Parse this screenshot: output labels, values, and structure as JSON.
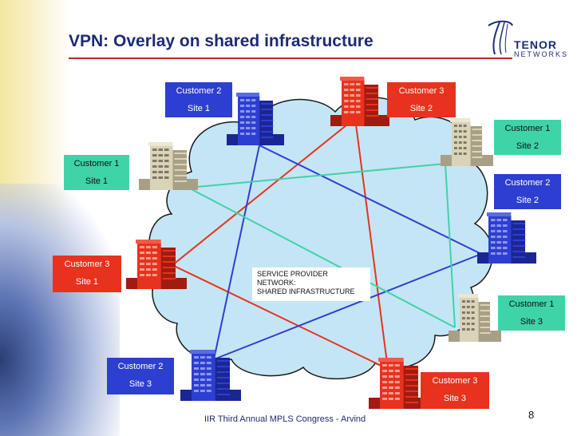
{
  "title": "VPN: Overlay on shared infrastructure",
  "logo": {
    "name": "TENOR",
    "sub": "NETWORKS"
  },
  "colors": {
    "blue": "#2d3fd0",
    "red": "#e8321e",
    "green": "#3fd3a8",
    "cloud_fill": "#c4e5f5",
    "cloud_stroke": "#1a1a1a",
    "beige_building": "#d9d3b8",
    "title_color": "#1d2b74",
    "rule_color": "#c02424"
  },
  "sites": [
    {
      "id": "c2s1",
      "customer": "Customer 2",
      "site": "Site 1",
      "color": "blue"
    },
    {
      "id": "c3s2",
      "customer": "Customer 3",
      "site": "Site 2",
      "color": "red"
    },
    {
      "id": "c1s2",
      "customer": "Customer 1",
      "site": "Site 2",
      "color": "green"
    },
    {
      "id": "c1s1",
      "customer": "Customer 1",
      "site": "Site 1",
      "color": "green"
    },
    {
      "id": "c2s2",
      "customer": "Customer 2",
      "site": "Site 2",
      "color": "blue"
    },
    {
      "id": "c3s1",
      "customer": "Customer 3",
      "site": "Site 1",
      "color": "red"
    },
    {
      "id": "c1s3",
      "customer": "Customer 1",
      "site": "Site 3",
      "color": "green"
    },
    {
      "id": "c2s3",
      "customer": "Customer 2",
      "site": "Site 3",
      "color": "blue"
    },
    {
      "id": "c3s3",
      "customer": "Customer 3",
      "site": "Site 3",
      "color": "red"
    }
  ],
  "links": [
    {
      "from": "c3s2",
      "to": "c3s1",
      "color": "red"
    },
    {
      "from": "c3s2",
      "to": "c3s3",
      "color": "red"
    },
    {
      "from": "c3s1",
      "to": "c3s3",
      "color": "red"
    },
    {
      "from": "c2s1",
      "to": "c2s2",
      "color": "blue"
    },
    {
      "from": "c2s1",
      "to": "c2s3",
      "color": "blue"
    },
    {
      "from": "c2s2",
      "to": "c2s3",
      "color": "blue"
    },
    {
      "from": "c1s1",
      "to": "c1s2",
      "color": "green"
    },
    {
      "from": "c1s1",
      "to": "c1s3",
      "color": "green"
    },
    {
      "from": "c1s2",
      "to": "c1s3",
      "color": "green"
    }
  ],
  "service_provider": {
    "line1": "SERVICE PROVIDER",
    "line2": "NETWORK:",
    "line3": "SHARED INFRASTRUCTURE"
  },
  "footer": "IIR Third  Annual MPLS Congress - Arvind",
  "page_number": "8"
}
